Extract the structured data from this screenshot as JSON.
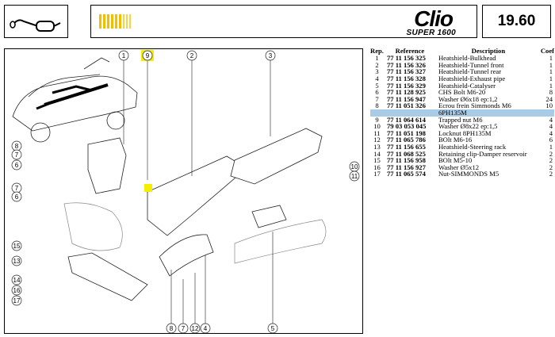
{
  "header": {
    "brand": "Clio",
    "model": "SUPER 1600",
    "page_number": "19.60",
    "accent_color": "#f2bf00",
    "icon": "exhaust-pipe-icon"
  },
  "diagram": {
    "callouts": [
      "1",
      "9",
      "2",
      "3",
      "8",
      "7",
      "6",
      "7",
      "6",
      "10",
      "11",
      "15",
      "13",
      "14",
      "16",
      "17",
      "8",
      "7",
      "12",
      "4",
      "5"
    ],
    "highlight_color": "#f5ee00"
  },
  "parts_table": {
    "headers": {
      "rep": "Rep.",
      "reference": "Reference",
      "description": "Description",
      "coef": "Coef"
    },
    "highlight_row": 8,
    "rows": [
      {
        "rep": "1",
        "reference": "77 11 156 325",
        "description": "Heatshield-Bulkhead",
        "coef": "1"
      },
      {
        "rep": "2",
        "reference": "77 11 156 326",
        "description": "Heatshield-Tunnel front",
        "coef": "1"
      },
      {
        "rep": "3",
        "reference": "77 11 156 327",
        "description": "Heatshield-Tunnel rear",
        "coef": "1"
      },
      {
        "rep": "4",
        "reference": "77 11 156 328",
        "description": "Heatshield-Exhaust pipe",
        "coef": "1"
      },
      {
        "rep": "5",
        "reference": "77 11 156 329",
        "description": "Heatshield-Catalyser",
        "coef": "1"
      },
      {
        "rep": "6",
        "reference": "77 11 128 925",
        "description": "CHS Bolt M6-20",
        "coef": "8"
      },
      {
        "rep": "7",
        "reference": "77 11 156 947",
        "description": "Washer Ø6x18 ep:1,2",
        "coef": "24"
      },
      {
        "rep": "8",
        "reference": "77 11 051 326",
        "description": "Ecrou frein Simmonds M6",
        "coef": "10"
      },
      {
        "rep": "",
        "reference": "",
        "description": "6PH135M",
        "coef": ""
      },
      {
        "rep": "9",
        "reference": "77 11 064 614",
        "description": "Trapped nut M6",
        "coef": "4"
      },
      {
        "rep": "10",
        "reference": "79 03 053 045",
        "description": "Washer Ø8x22 ep:1,5",
        "coef": "4"
      },
      {
        "rep": "11",
        "reference": "77 11 051 198",
        "description": "Locknut 8PH135M",
        "coef": "4"
      },
      {
        "rep": "12",
        "reference": "77 11 065 786",
        "description": "BOlt M6-16",
        "coef": "6"
      },
      {
        "rep": "13",
        "reference": "77 11 156 655",
        "description": "Heatshield-Steering rack",
        "coef": "1"
      },
      {
        "rep": "14",
        "reference": "77 11 068 525",
        "description": "Retaining clip-Damper reservoir",
        "coef": "2"
      },
      {
        "rep": "15",
        "reference": "77 11 156 958",
        "description": "BOlt M5-10",
        "coef": "2"
      },
      {
        "rep": "16",
        "reference": "77 11 156 927",
        "description": "Washer Ø5x12",
        "coef": "2"
      },
      {
        "rep": "17",
        "reference": "77 11 065 574",
        "description": "Nut-SIMMONDS M5",
        "coef": "2"
      }
    ]
  }
}
